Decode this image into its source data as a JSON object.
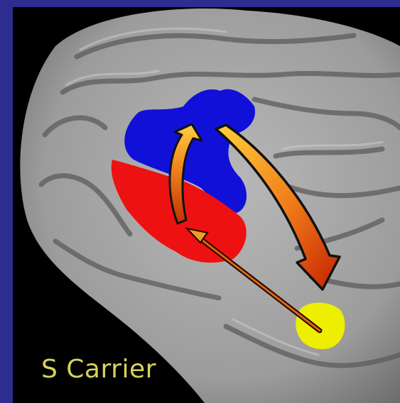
{
  "caption": {
    "text": "S Carrier"
  },
  "colors": {
    "frame": "#2d2d8f",
    "background": "#000000",
    "cortex": "#a9a9a9",
    "region_blue": "#1010d8",
    "region_red": "#ee1111",
    "region_yellow": "#eeee00",
    "arrow_gradient_start": "#ffcc33",
    "arrow_gradient_end": "#cc2200",
    "caption": "#d6d25a"
  },
  "icons": {
    "brain": "brain-surface-illustration",
    "arrow_to_blue": "curved-arrow-up",
    "arrow_to_yellow": "curved-arrow-down",
    "arrow_thin": "thin-arrow"
  }
}
